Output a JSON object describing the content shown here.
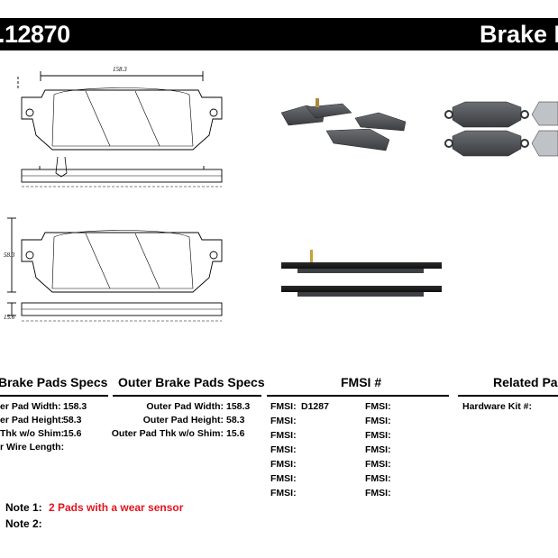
{
  "header": {
    "part_number": ".12870",
    "brand_text": "Brake P"
  },
  "drawing": {
    "dim_width": "158.3",
    "dim_height": "58.3",
    "dim_thickness": "15.6"
  },
  "sections": {
    "inner_title": "Brake Pads Specs",
    "outer_title": "Outer Brake Pads Specs",
    "fmsi_title": "FMSI #",
    "related_title": "Related Par"
  },
  "inner_specs": [
    {
      "label": "er Pad Width:",
      "value": "158.3"
    },
    {
      "label": "er Pad Height:",
      "value": "58.3"
    },
    {
      "label": "Thk w/o Shim:",
      "value": "15.6"
    },
    {
      "label": "r Wire Length:",
      "value": ""
    }
  ],
  "outer_specs": [
    {
      "label": "Outer Pad Width:",
      "value": "158.3"
    },
    {
      "label": "Outer Pad Height:",
      "value": "58.3"
    },
    {
      "label": "Outer Pad Thk w/o Shim:",
      "value": "15.6"
    }
  ],
  "fmsi_rows": [
    {
      "left_label": "FMSI:",
      "left_value": "D1287",
      "right_label": "FMSI:"
    },
    {
      "left_label": "FMSI:",
      "left_value": "",
      "right_label": "FMSI:"
    },
    {
      "left_label": "FMSI:",
      "left_value": "",
      "right_label": "FMSI:"
    },
    {
      "left_label": "FMSI:",
      "left_value": "",
      "right_label": "FMSI:"
    },
    {
      "left_label": "FMSI:",
      "left_value": "",
      "right_label": "FMSI:"
    },
    {
      "left_label": "FMSI:",
      "left_value": "",
      "right_label": "FMSI:"
    },
    {
      "left_label": "FMSI:",
      "left_value": "",
      "right_label": "FMSI:"
    }
  ],
  "related": {
    "hardware_label": "Hardware Kit #:"
  },
  "notes": {
    "note1_label": "Note 1:",
    "note1_text": "2 Pads with a wear sensor",
    "note2_label": "Note 2:",
    "note2_text": ""
  }
}
